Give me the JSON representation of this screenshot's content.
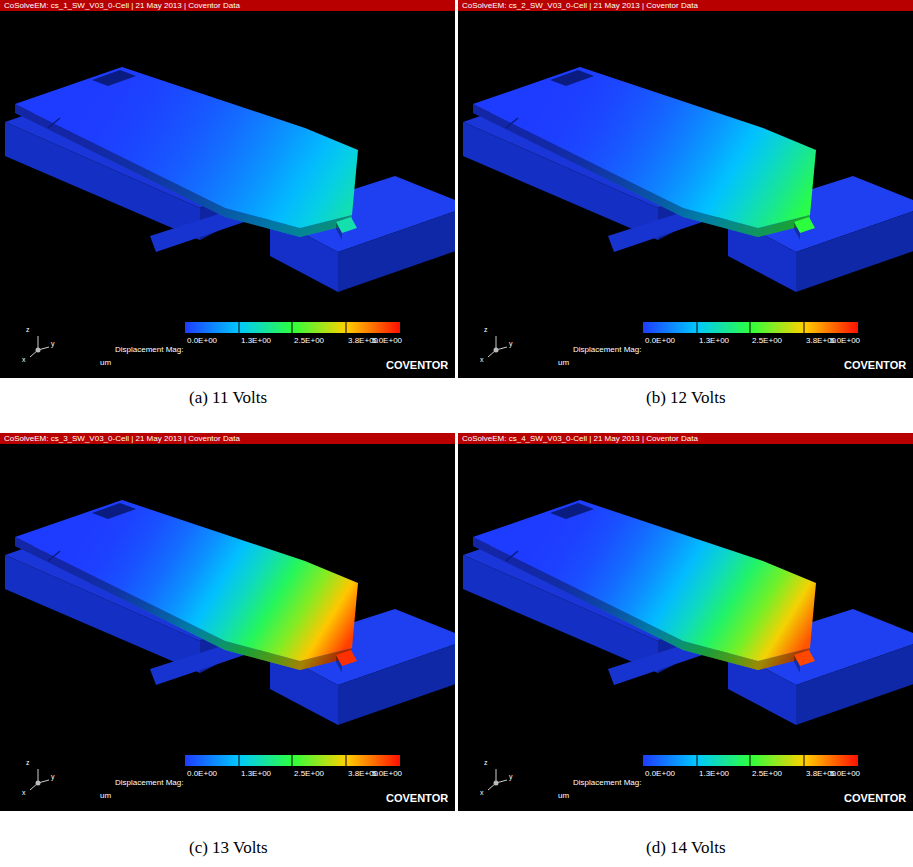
{
  "diagram": {
    "labels": [
      "CoSolveEM: cs_1_SW_V03_0-Cell | 21 May 2013 | Coventor Data",
      "Displacement Mag:",
      "0.0E+00",
      "1.3E+00",
      "2.5E+00",
      "3.8E+00",
      "5.0E+00",
      "um",
      "COVENTOR",
      "z",
      "y",
      "x",
      "(a) 11 Volts",
      "CoSolveEM: cs_2_SW_V03_0-Cell | 21 May 2013 | Coventor Data",
      "Displacement Mag:",
      "0.0E+00",
      "1.3E+00",
      "2.5E+00",
      "3.8E+00",
      "5.0E+00",
      "um",
      "COVENTOR",
      "z",
      "y",
      "x",
      "(b) 12 Volts",
      "CoSolveEM: cs_3_SW_V03_0-Cell | 21 May 2013 | Coventor Data",
      "Displacement Mag:",
      "0.0E+00",
      "1.3E+00",
      "2.5E+00",
      "3.8E+00",
      "5.0E+00",
      "um",
      "COVENTOR",
      "z",
      "y",
      "x",
      "(c) 13 Volts",
      "CoSolveEM: cs_4_SW_V03_0-Cell | 21 May 2013 | Coventor Data",
      "Displacement Mag:",
      "0.0E+00",
      "1.3E+00",
      "2.5E+00",
      "3.8E+00",
      "5.0E+00",
      "um",
      "COVENTOR",
      "z",
      "y",
      "x",
      "(d) 14 Volts"
    ]
  }
}
